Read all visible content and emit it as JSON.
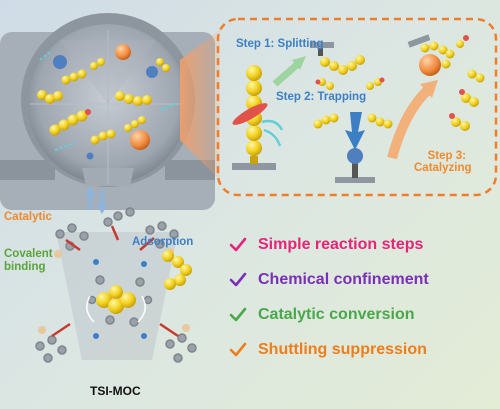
{
  "steps": {
    "step1": "Step 1: Splitting",
    "step2": "Step 2: Trapping",
    "step3_line1": "Step 3:",
    "step3_line2": "Catalyzing"
  },
  "labels": {
    "catalytic": "Catalytic",
    "covalent_line1": "Covalent",
    "covalent_line2": "binding",
    "adsorption": "Adsorption",
    "molecule": "TSI-MOC"
  },
  "features": [
    {
      "text": "Simple reaction steps",
      "color": "#e5247a"
    },
    {
      "text": "Chemical confinement",
      "color": "#7a2fb8"
    },
    {
      "text": "Catalytic conversion",
      "color": "#48a84a"
    },
    {
      "text": "Shuttling suppression",
      "color": "#ef7d1a"
    }
  ],
  "colors": {
    "step_label": "#3c7fc4",
    "step3_label": "#ef8a2e",
    "catalytic_label": "#ef8a2e",
    "covalent_label": "#5aa43a",
    "adsorption_label": "#3c7fc4",
    "sulfur": "#f2d21e",
    "catalyst_particle": "#f08a3c",
    "callout_border": "#ef7d2a"
  },
  "icons": [
    "check-icon",
    "sulfur-chain-icon",
    "catalyst-particle-icon",
    "electrode-icon",
    "molecular-cage-icon",
    "arrow-icon"
  ]
}
